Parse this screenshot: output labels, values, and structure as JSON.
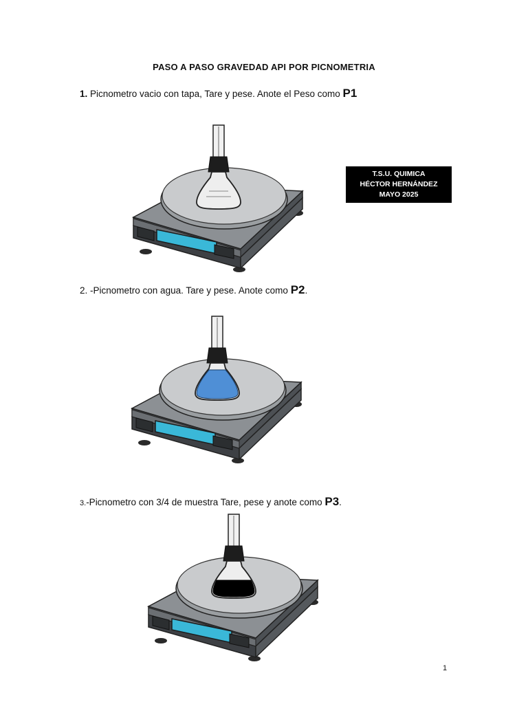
{
  "document": {
    "title": "PASO A PASO GRAVEDAD API POR  PICNOMETRIA",
    "page_number": "1"
  },
  "credit": {
    "line1": "T.S.U. QUIMICA",
    "line2": "HÉCTOR HERNÁNDEZ",
    "line3": "MAYO 2025"
  },
  "steps": [
    {
      "num": "1.",
      "text": " Picnometro vacio con tapa, Tare y pese.  Anote el Peso como ",
      "tag": "P1",
      "after": "",
      "fill": "empty",
      "fill_color": "#d9d9d9"
    },
    {
      "num": "2.",
      "text": " -Picnometro con agua. Tare y pese. Anote como ",
      "tag": "P2",
      "after": ".",
      "fill": "water",
      "fill_color": "#4f8fd6"
    },
    {
      "num": "3.",
      "text": "-Picnometro con 3/4 de muestra Tare, pese y anote como ",
      "tag": "P3",
      "after": ".",
      "fill": "sample",
      "fill_color": "#000000"
    }
  ],
  "colors": {
    "scale_body": "#6b6f73",
    "scale_top": "#8c9094",
    "plate": "#c9cbcd",
    "display": "#3ab8d8"
  }
}
